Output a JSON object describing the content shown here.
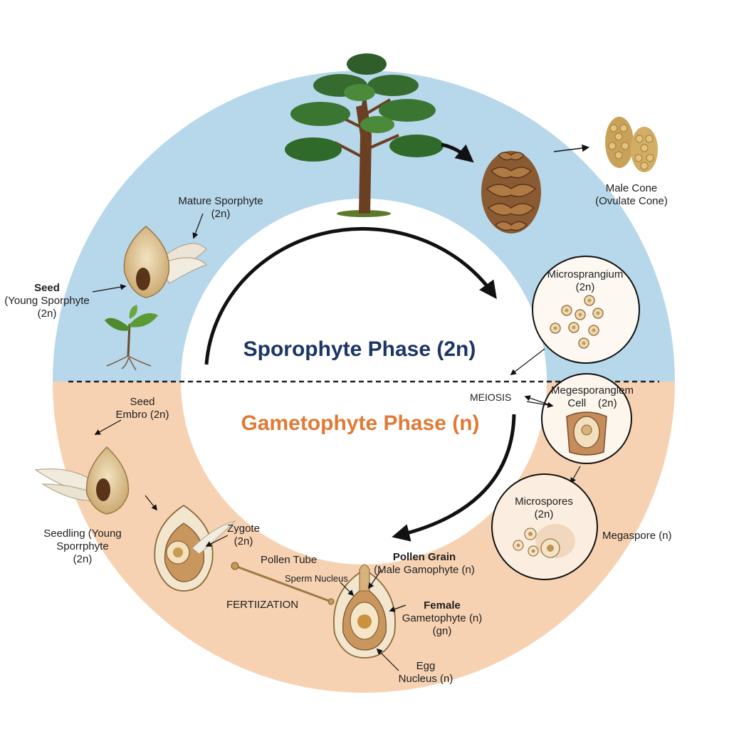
{
  "colors": {
    "sporophyte_band": "#b7d7ea",
    "gametophyte_band": "#f6d2b2",
    "sporophyte_title": "#1b3566",
    "gametophyte_title": "#e07b37",
    "arrow": "#111111"
  },
  "phases": {
    "sporophyte": "Sporophyte Phase (2n)",
    "gametophyte": "Gametophyte Phase (n)"
  },
  "labels": {
    "mature_sporophyte": {
      "line1": "Mature Sporphyte",
      "line2": "(2n)"
    },
    "seed_young": {
      "line1": "Seed",
      "line2": "(Young Sporphyte",
      "line3": "(2n)"
    },
    "male_cone": {
      "line1": "Male Cone",
      "line2": "(Ovulate Cone)"
    },
    "microsporangium": {
      "line1": "Microsprangium",
      "line2": "(2n)"
    },
    "meiosis": "MEIOSIS",
    "megasporangium": {
      "line1": "Megesporanglem",
      "line2": "Cell",
      "line3": "(2n)"
    },
    "microspores": {
      "line1": "Microspores",
      "line2": "(2n)"
    },
    "megaspore": "Megaspore (n)",
    "seed_embryo": {
      "line1": "Seed",
      "line2": "Embro (2n)"
    },
    "seedling": {
      "line1": "Seedling (Young",
      "line2": "Sporrphyte",
      "line3": "(2n)"
    },
    "zygote": {
      "line1": "Zygote",
      "line2": "(2n)"
    },
    "pollen_tube": "Pollen Tube",
    "sperm_nucleus": "Sperm Nucleus",
    "fertilization": "FERTIIZATION",
    "pollen_grain": {
      "line1": "Pollen Grain",
      "line2": "(Male Gamophyte (n)"
    },
    "female_gametophyte": {
      "line1": "Female",
      "line2": "Gametophyte (n)",
      "line3": "(gn)"
    },
    "egg_nucleus": {
      "line1": "Egg",
      "line2": "Nucleus (n)"
    }
  }
}
